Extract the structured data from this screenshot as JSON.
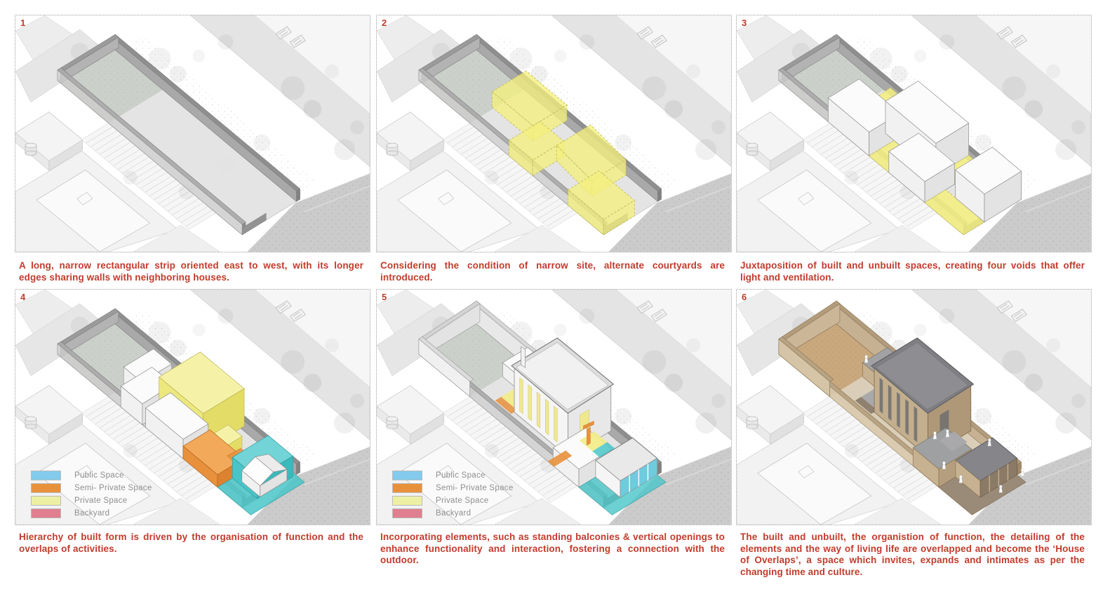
{
  "figure": {
    "panels": [
      {
        "number": "1",
        "caption": "A long, narrow rectangular strip oriented east to west, with its longer edges sharing walls with neighboring houses."
      },
      {
        "number": "2",
        "caption": "Considering the condition of narrow site, alternate courtyards are introduced."
      },
      {
        "number": "3",
        "caption": "Juxtaposition of built and unbuilt spaces, creating four voids that offer light and ventilation."
      },
      {
        "number": "4",
        "caption": "Hierarchy of built form is driven by the organisation of function and the overlaps of activities."
      },
      {
        "number": "5",
        "caption": "Incorporating elements, such as standing balconies & vertical openings to enhance functionality and interaction, fostering a connection with the outdoor."
      },
      {
        "number": "6",
        "caption": "The built and unbuilt, the organistion of function, the detailing of the elements and the way of living life are overlapped and become the ‘House of Overlaps’, a space which invites, expands and intimates as per the changing time and culture."
      }
    ],
    "legend": {
      "items": [
        {
          "label": "Public Space",
          "color": "#82CBEC"
        },
        {
          "label": "Semi- Private Space",
          "color": "#E8913C"
        },
        {
          "label": "Private Space",
          "color": "#EDF0A2"
        },
        {
          "label": "Backyard",
          "color": "#E17E8F"
        }
      ]
    },
    "colors": {
      "caption_text": "#C23B2C",
      "panel_number": "#C23B2C",
      "panel_border": "#9E9E9E",
      "public_space_3d": "#49C5C8",
      "semi_private_3d": "#E8913C",
      "private_space_3d": "#F2EE7E",
      "backyard_3d": "#DF7E90",
      "render_tan": "#C3AE8E",
      "wall_gray": "#9B9B9B"
    }
  }
}
